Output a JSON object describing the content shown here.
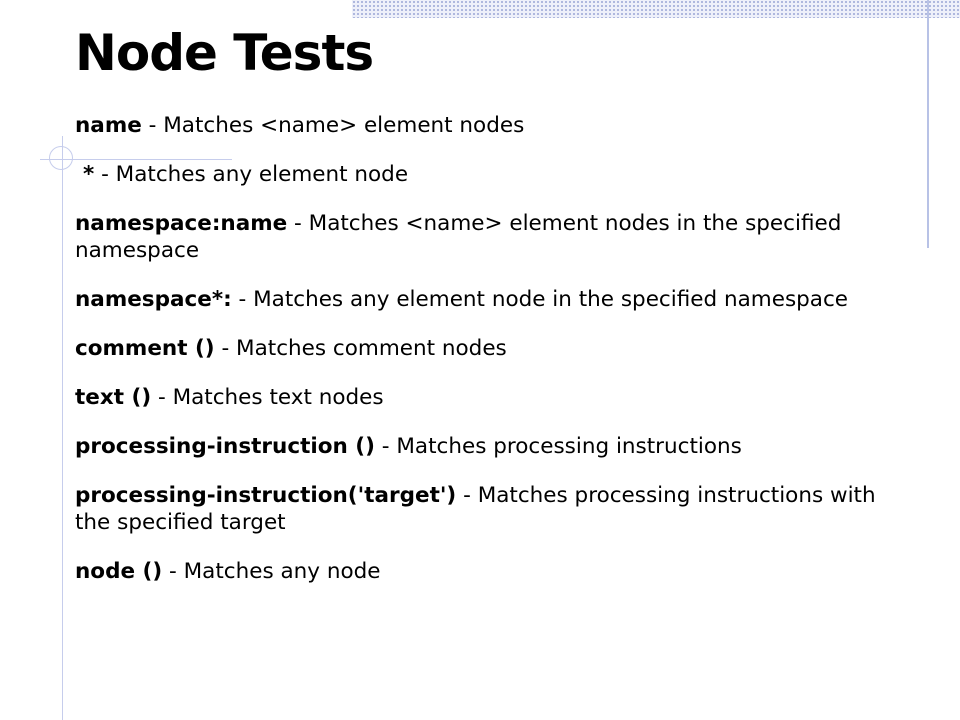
{
  "title": "Node Tests",
  "items": [
    {
      "term": "name",
      "desc": " - Matches <name> element nodes"
    },
    {
      "term": "*",
      "desc": " - Matches any element node"
    },
    {
      "term": "namespace:name",
      "desc": " - Matches <name> element nodes in the specified namespace"
    },
    {
      "term": "namespace*:",
      "desc": " - Matches any element node in the specified namespace"
    },
    {
      "term": "comment ()",
      "desc": " - Matches comment nodes"
    },
    {
      "term": "text ()",
      "desc": " - Matches text nodes"
    },
    {
      "term": "processing-instruction ()",
      "desc": " - Matches processing instructions"
    },
    {
      "term": "processing-instruction('target')",
      "desc": " - Matches processing instructions with the specified target"
    },
    {
      "term": "node ()",
      "desc": " - Matches any node"
    }
  ]
}
